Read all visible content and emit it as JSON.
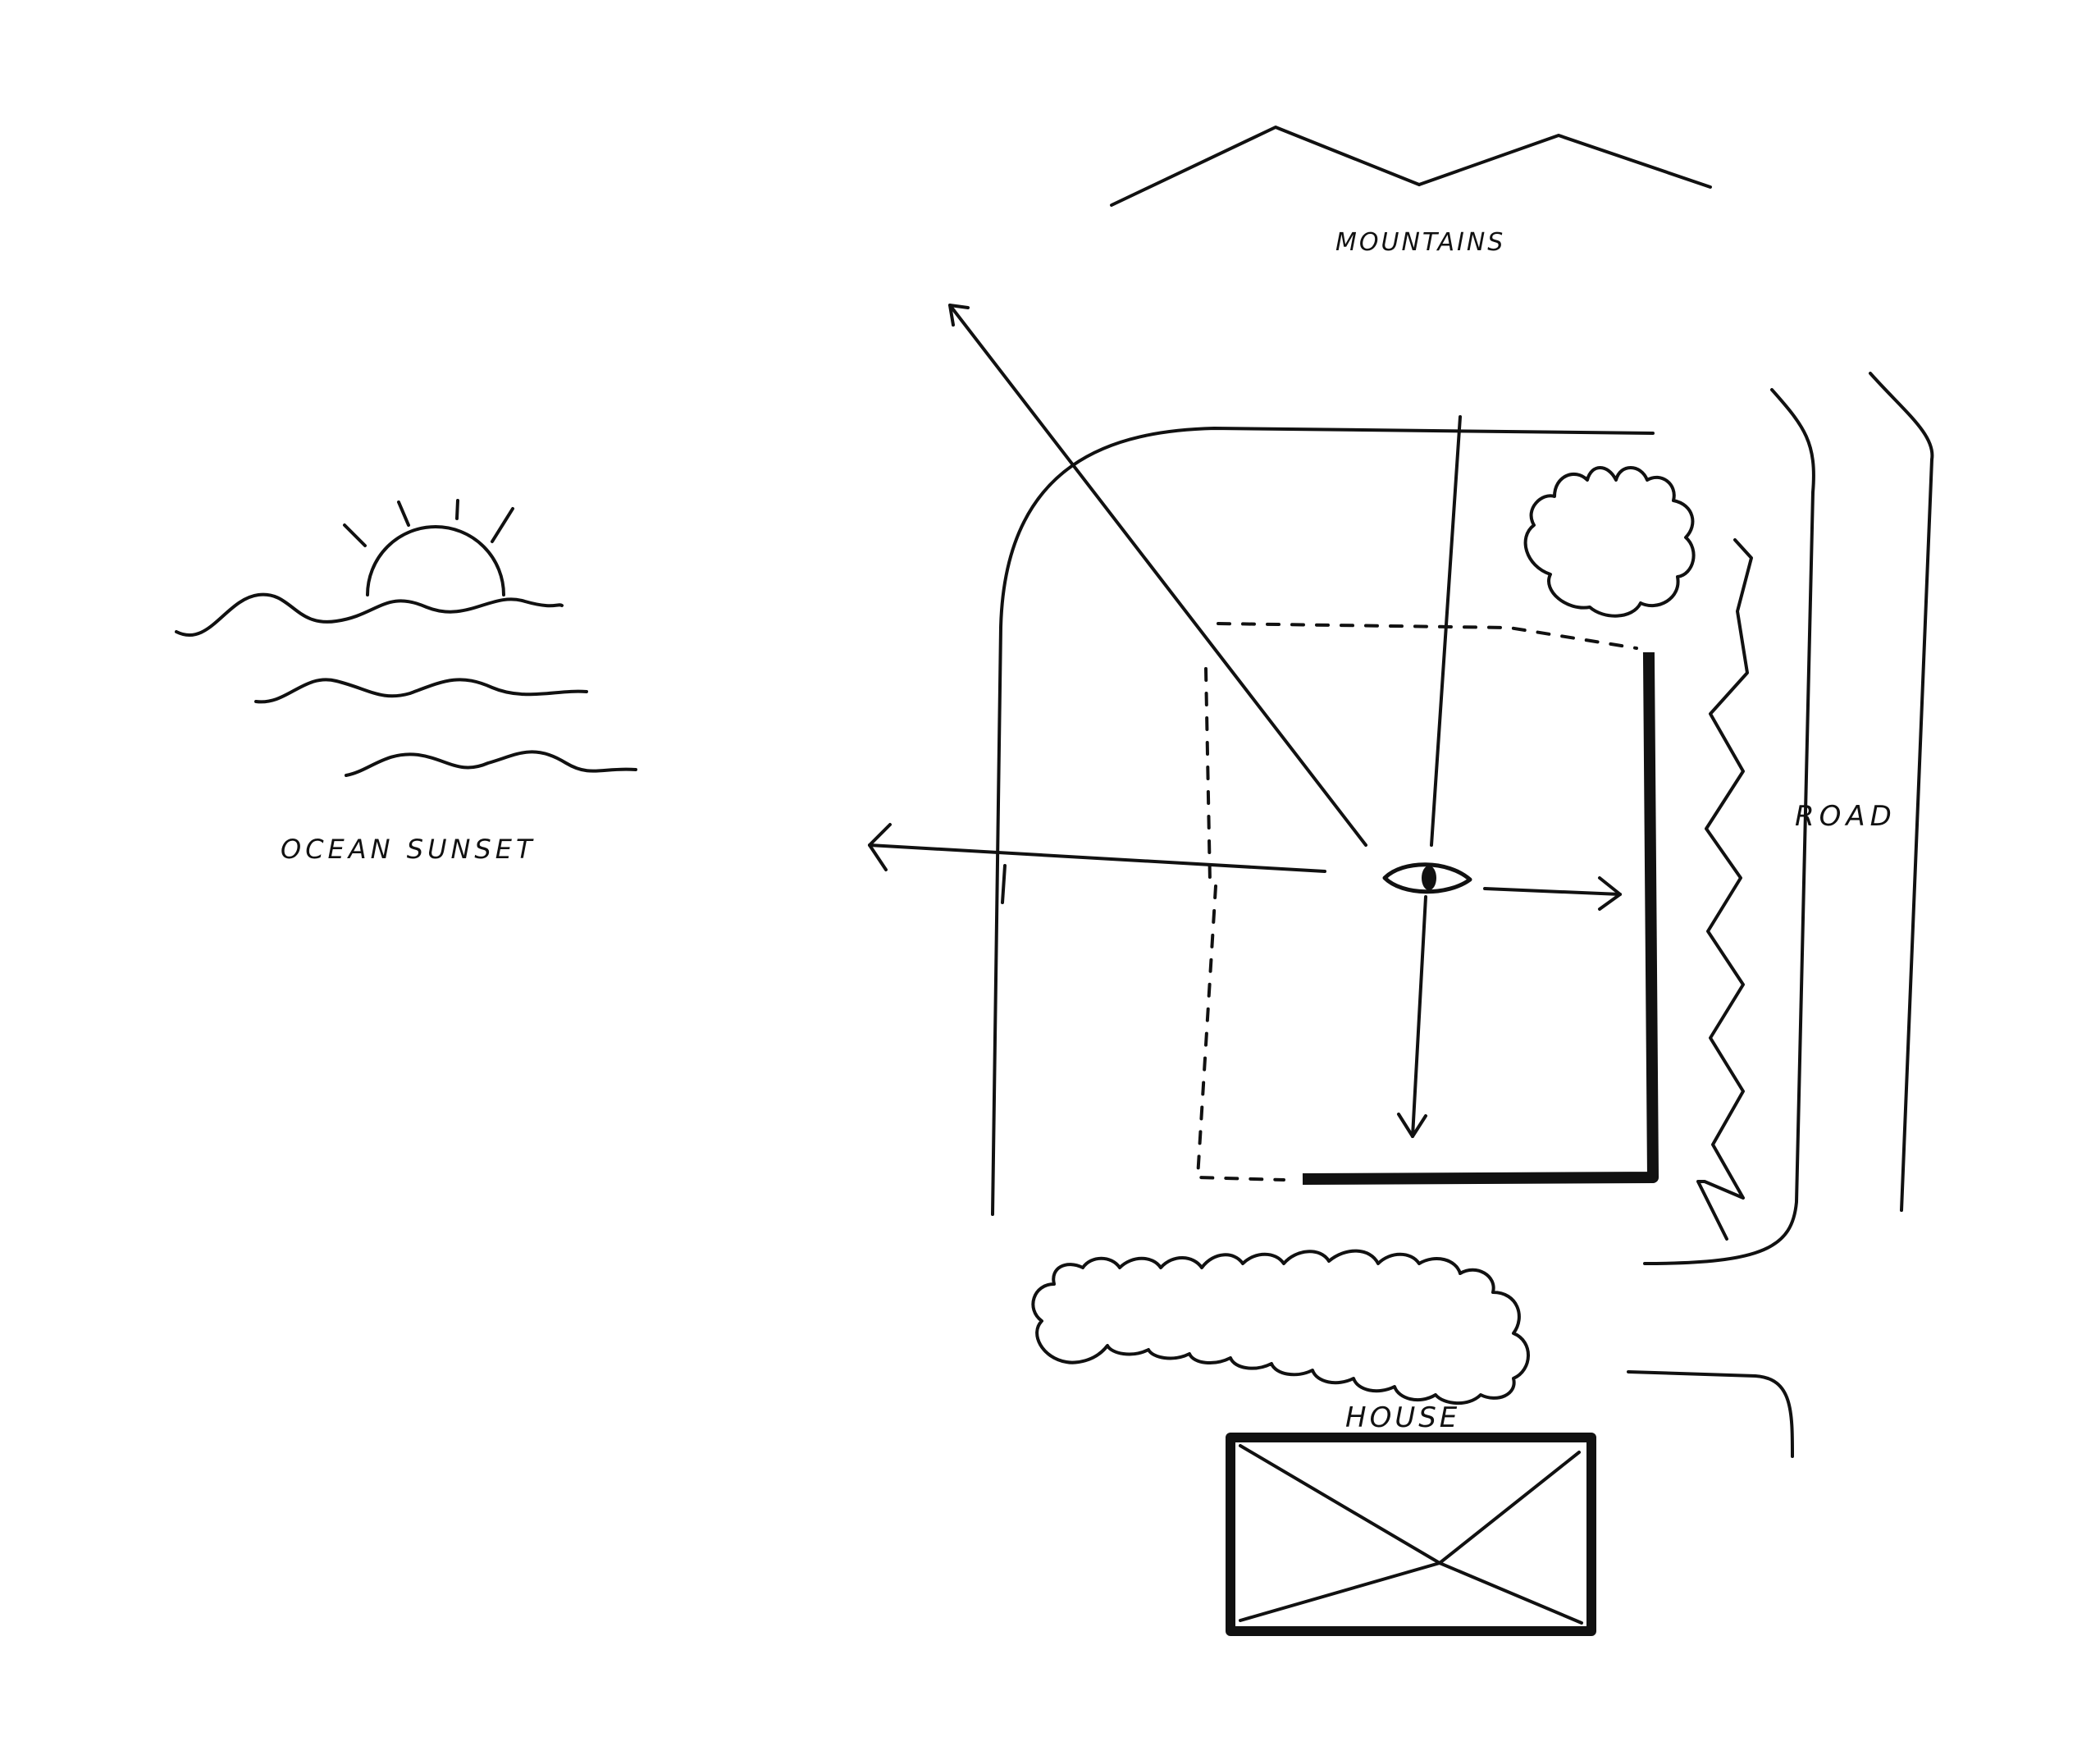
{
  "labels": {
    "mountains": "MOUNTAINS",
    "ocean_sunset": "OCEAN SUNSET",
    "road": "ROAD",
    "house": "HOUSE"
  },
  "colors": {
    "ink": "#111111",
    "paper": "#ffffff"
  }
}
